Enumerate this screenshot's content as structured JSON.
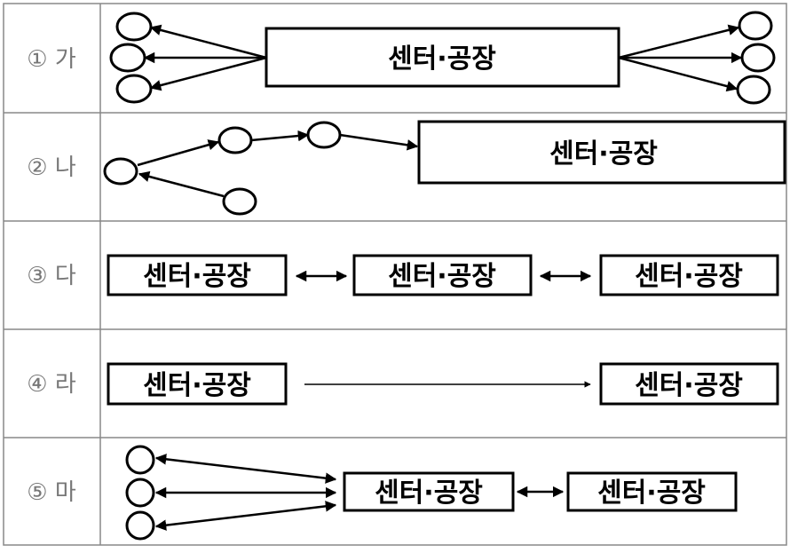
{
  "rows": [
    {
      "label": "① 가",
      "boxes": [
        "센터·공장"
      ]
    },
    {
      "label": "② 나",
      "boxes": [
        "센터·공장"
      ]
    },
    {
      "label": "③ 다",
      "boxes": [
        "센터·공장",
        "센터·공장",
        "센터·공장"
      ]
    },
    {
      "label": "④ 라",
      "boxes": [
        "센터·공장",
        "센터·공장"
      ]
    },
    {
      "label": "⑤ 마",
      "boxes": [
        "센터·공장",
        "센터·공장"
      ]
    }
  ]
}
